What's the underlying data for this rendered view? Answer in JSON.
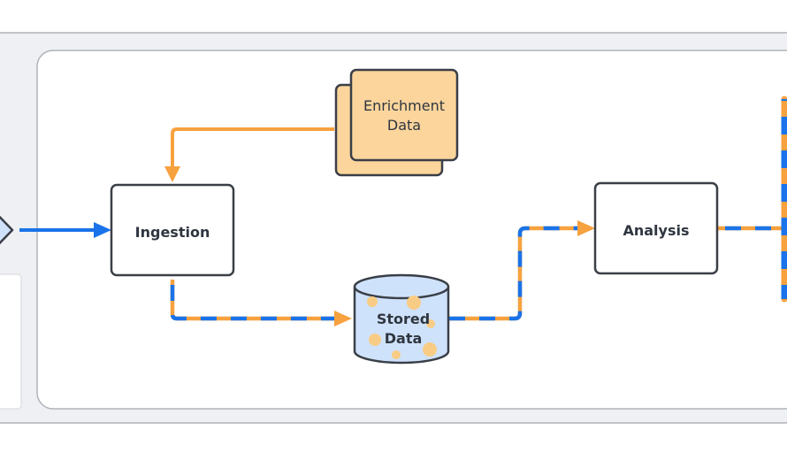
{
  "diagram": {
    "nodes": {
      "ingestion": {
        "label": "Ingestion"
      },
      "enrichment": {
        "label_line1": "Enrichment",
        "label_line2": "Data"
      },
      "stored": {
        "label_line1": "Stored",
        "label_line2": "Data"
      },
      "analysis": {
        "label": "Analysis"
      }
    },
    "colors": {
      "blue_flow": "#1a73e8",
      "orange_flow": "#f7a13f",
      "node_border": "#3a3f47",
      "enrichment_fill": "#fbd59c",
      "stored_fill": "#cfe2fb",
      "stored_dot": "#f9cc85",
      "swimlane_fill": "#eef0f3",
      "swimlane_border": "#aeb3ba",
      "inner_panel_fill": "#ffffff"
    },
    "icons": [
      "input-diamond-icon",
      "database-cylinder-icon",
      "stacked-documents-icon"
    ]
  }
}
